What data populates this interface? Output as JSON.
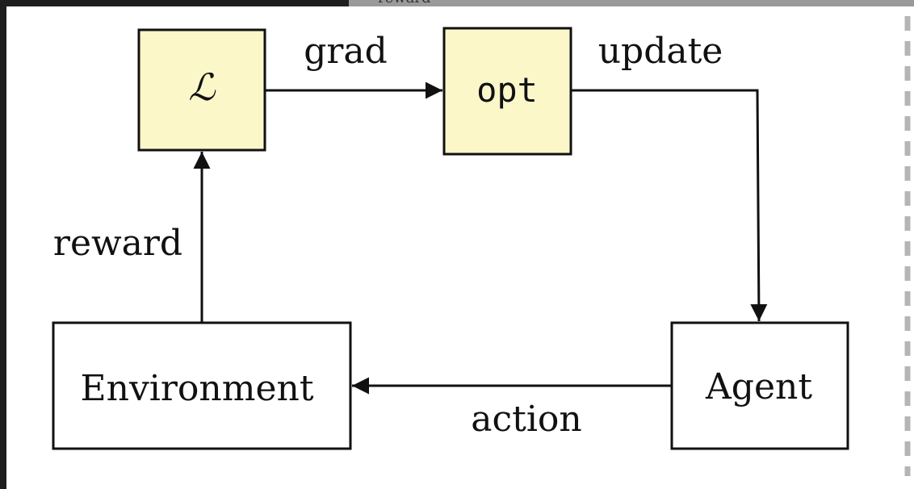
{
  "diagram": {
    "nodes": {
      "loss": {
        "label": "ℒ",
        "fill": "#fbf7c9"
      },
      "opt": {
        "label": "opt",
        "fill": "#fbf7c9"
      },
      "environment": {
        "label": "Environment",
        "fill": "#ffffff"
      },
      "agent": {
        "label": "Agent",
        "fill": "#ffffff"
      }
    },
    "edges": {
      "grad": {
        "label": "grad",
        "from": "ℒ",
        "to": "opt"
      },
      "update": {
        "label": "update",
        "from": "opt",
        "to": "Agent"
      },
      "action": {
        "label": "action",
        "from": "Agent",
        "to": "Environment"
      },
      "reward": {
        "label": "reward",
        "from": "Environment",
        "to": "ℒ"
      }
    }
  },
  "background_fragment": {
    "text": "reward"
  },
  "colors": {
    "accent_fill": "#fbf7c9",
    "stroke": "#111111",
    "window_bg": "#1e1e1e",
    "separator": "#b5b5b5"
  }
}
